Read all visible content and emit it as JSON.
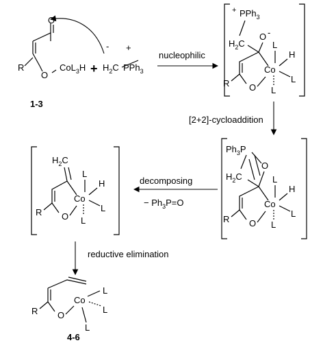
{
  "labels": {
    "compound_start": "1-3",
    "compound_end": "4-6",
    "co": "Co",
    "r": "R",
    "o": "O",
    "l": "L",
    "h": "H",
    "plus_sign": "+",
    "minus_sign": "-",
    "ch2": "H",
    "pph3": "PPh",
    "ph3p": "Ph",
    "col3h": "CoL",
    "three": "3",
    "two": "2"
  },
  "steps": {
    "step1": "nucleophilic",
    "step2": "[2+2]-cycloaddition",
    "step3": "decomposing",
    "step3_byproduct_prefix": "− Ph",
    "step3_byproduct_suffix": "P=O",
    "step4": "reductive elimination"
  }
}
